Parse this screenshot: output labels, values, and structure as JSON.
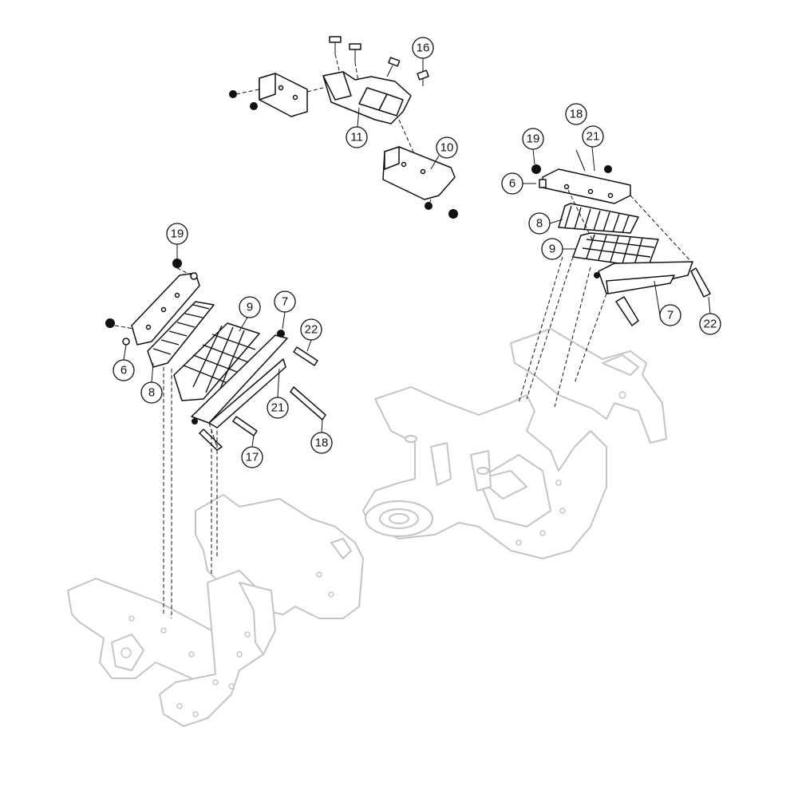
{
  "diagram": {
    "callouts": [
      {
        "id": "c16",
        "label": "16"
      },
      {
        "id": "c11",
        "label": "11"
      },
      {
        "id": "c10",
        "label": "10"
      },
      {
        "id": "c18r",
        "label": "18"
      },
      {
        "id": "c19r",
        "label": "19"
      },
      {
        "id": "c21r",
        "label": "21"
      },
      {
        "id": "c6r",
        "label": "6"
      },
      {
        "id": "c8r",
        "label": "8"
      },
      {
        "id": "c9r",
        "label": "9"
      },
      {
        "id": "c7r",
        "label": "7"
      },
      {
        "id": "c22r",
        "label": "22"
      },
      {
        "id": "c19l",
        "label": "19"
      },
      {
        "id": "c9l",
        "label": "9"
      },
      {
        "id": "c7l",
        "label": "7"
      },
      {
        "id": "c22l",
        "label": "22"
      },
      {
        "id": "c6l",
        "label": "6"
      },
      {
        "id": "c8l",
        "label": "8"
      },
      {
        "id": "c21l",
        "label": "21"
      },
      {
        "id": "c17l",
        "label": "17"
      },
      {
        "id": "c18l",
        "label": "18"
      }
    ]
  }
}
